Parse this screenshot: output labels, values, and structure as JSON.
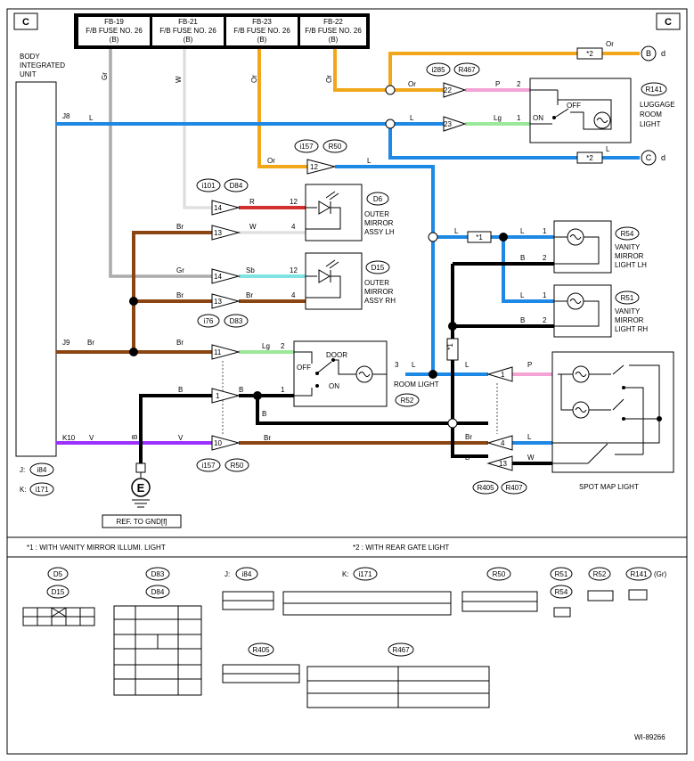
{
  "page": {
    "section_marker": "C",
    "figure_id": "WI-89266"
  },
  "fuses": [
    {
      "name": "FB-19",
      "desc": "F/B FUSE NO. 26",
      "sub": "(B)"
    },
    {
      "name": "FB-21",
      "desc": "F/B FUSE NO. 26",
      "sub": "(B)"
    },
    {
      "name": "FB-23",
      "desc": "F/B FUSE NO. 26",
      "sub": "(B)"
    },
    {
      "name": "FB-22",
      "desc": "F/B FUSE NO. 26",
      "sub": "(B)"
    }
  ],
  "components": {
    "biu": {
      "line1": "BODY",
      "line2": "INTEGRATED",
      "line3": "UNIT"
    },
    "r141": {
      "id": "R141",
      "line1": "LUGGAGE",
      "line2": "ROOM",
      "line3": "LIGHT",
      "on": "ON",
      "off": "OFF"
    },
    "d6": {
      "id": "D6",
      "line1": "OUTER",
      "line2": "MIRROR",
      "line3": "ASSY LH"
    },
    "d15": {
      "id": "D15",
      "line1": "OUTER",
      "line2": "MIRROR",
      "line3": "ASSY RH"
    },
    "r54": {
      "id": "R54",
      "line1": "VANITY",
      "line2": "MIRROR",
      "line3": "LIGHT LH"
    },
    "r51": {
      "id": "R51",
      "line1": "VANITY",
      "line2": "MIRROR",
      "line3": "LIGHT RH"
    },
    "r52": {
      "id": "R52",
      "label": "ROOM LIGHT",
      "door": "DOOR",
      "off": "OFF",
      "on": "ON"
    },
    "spot": {
      "label": "SPOT MAP LIGHT"
    },
    "ground": {
      "symbol": "E",
      "ref": "REF. TO GND[f]"
    }
  },
  "connectors": {
    "i285": "i285",
    "r467": "R467",
    "i157": "i157",
    "r50": "R50",
    "i101": "i101",
    "d84": "D84",
    "i76": "i76",
    "d83": "D83",
    "r405": "R405",
    "r407": "R407"
  },
  "biu_pins": {
    "j8": "J8",
    "j9": "J9",
    "k10": "K10",
    "j_key": "J:",
    "k_key": "K:",
    "j_conn": "i84",
    "k_conn": "i171"
  },
  "wire_colors": {
    "L": "L",
    "Br": "Br",
    "V": "V",
    "Gr": "Gr",
    "W": "W",
    "Or": "Or",
    "R": "R",
    "Sb": "Sb",
    "Lg": "Lg",
    "P": "P",
    "B": "B"
  },
  "pins": {
    "p1": "1",
    "p2": "2",
    "p3": "3",
    "p4": "4",
    "p10": "10",
    "p11": "11",
    "p12": "12",
    "p13": "13",
    "p14": "14",
    "p22": "22",
    "p23": "23"
  },
  "offpage": {
    "b": "B",
    "c": "C",
    "d": "d",
    "star2": "*2",
    "star1": "*1"
  },
  "notes": {
    "note1": "*1  : WITH VANITY MIRROR ILLUMI. LIGHT",
    "note2": "*2  : WITH REAR GATE LIGHT"
  },
  "legend": {
    "d5": "D5",
    "d15": "D15",
    "d83": "D83",
    "d84": "D84",
    "j": "J:",
    "i84": "i84",
    "k": "K:",
    "i171": "i171",
    "r50": "R50",
    "r51": "R51",
    "r54": "R54",
    "r52": "R52",
    "r141": "R141",
    "gr": "(Gr)",
    "r405": "R405",
    "r467": "R467"
  },
  "colors": {
    "blue": "#1e88e5",
    "brown": "#8b4513",
    "orange": "#f2a71b",
    "gray": "#bdbdbd",
    "red": "#d32f2f",
    "cyan": "#7fe3e3",
    "pink": "#f4a3d4",
    "lightgreen": "#9be89b",
    "purple": "#9b30ff",
    "black": "#000000"
  }
}
